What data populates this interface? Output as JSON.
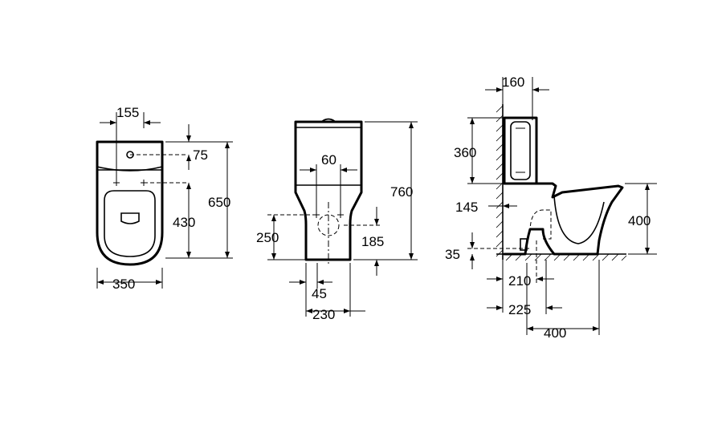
{
  "views": {
    "top": {
      "dims": {
        "d155": "155",
        "d75": "75",
        "d650": "650",
        "d430": "430",
        "d350": "350"
      }
    },
    "front": {
      "dims": {
        "d60": "60",
        "d760": "760",
        "d250": "250",
        "d185": "185",
        "d45": "45",
        "d230": "230"
      }
    },
    "side": {
      "dims": {
        "d160": "160",
        "d360": "360",
        "d145": "145",
        "d400h": "400",
        "d35": "35",
        "d210": "210",
        "d225": "225",
        "d400": "400"
      }
    }
  },
  "colors": {
    "line": "#000000",
    "background": "#ffffff"
  }
}
